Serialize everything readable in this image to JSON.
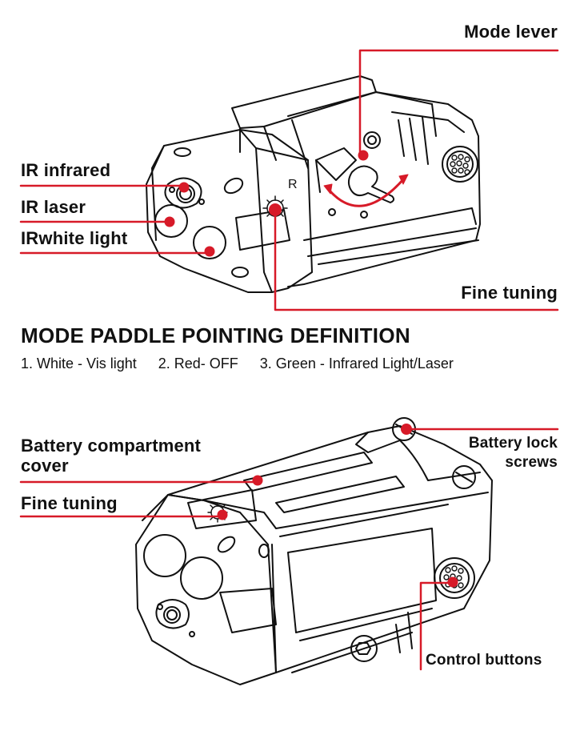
{
  "colors": {
    "accent": "#d71a28",
    "ink": "#111111",
    "background": "#ffffff"
  },
  "top_device": {
    "callouts": {
      "mode_lever": "Mode lever",
      "ir_infrared": "IR infrared",
      "ir_laser": "IR laser",
      "ir_white_light": "IRwhite light",
      "fine_tuning": "Fine tuning"
    },
    "dial_letter": "R"
  },
  "definition": {
    "title": "MODE PADDLE POINTING DEFINITION",
    "modes": [
      "1. White - Vis light",
      "2. Red- OFF",
      "3. Green - Infrared Light/Laser"
    ]
  },
  "bottom_device": {
    "callouts": {
      "battery_cover_line1": "Battery compartment",
      "battery_cover_line2": "cover",
      "fine_tuning": "Fine tuning",
      "battery_lock_line1": "Battery lock",
      "battery_lock_line2": "screws",
      "control_buttons": "Control buttons"
    }
  }
}
